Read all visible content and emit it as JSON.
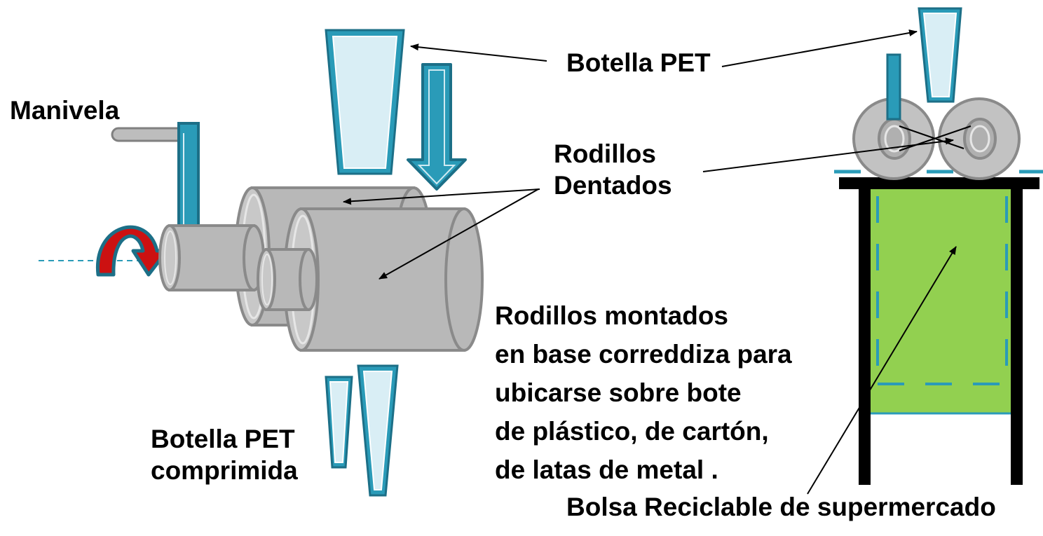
{
  "labels": {
    "manivela": "Manivela",
    "botella_pet_top": "Botella PET",
    "rodillos_dentados": [
      "Rodillos",
      "Dentados"
    ],
    "botella_pet_comprimida": [
      "Botella PET",
      "comprimida"
    ],
    "rodillos_montados": [
      "Rodillos montados",
      "en base correddiza para",
      "ubicarse sobre bote",
      "de plástico, de cartón,",
      "de latas de metal ."
    ],
    "bolsa_reciclable": "Bolsa Reciclable de supermercado"
  },
  "colors": {
    "teal": "#2a9bb8",
    "teal_dark": "#1c6f87",
    "bottle_fill": "#d9eef5",
    "roller_gray": "#b8b8b8",
    "roller_edge": "#8a8a8a",
    "rotation_red": "#cc1111",
    "bag_green": "#92d050",
    "frame_black": "#000000"
  }
}
